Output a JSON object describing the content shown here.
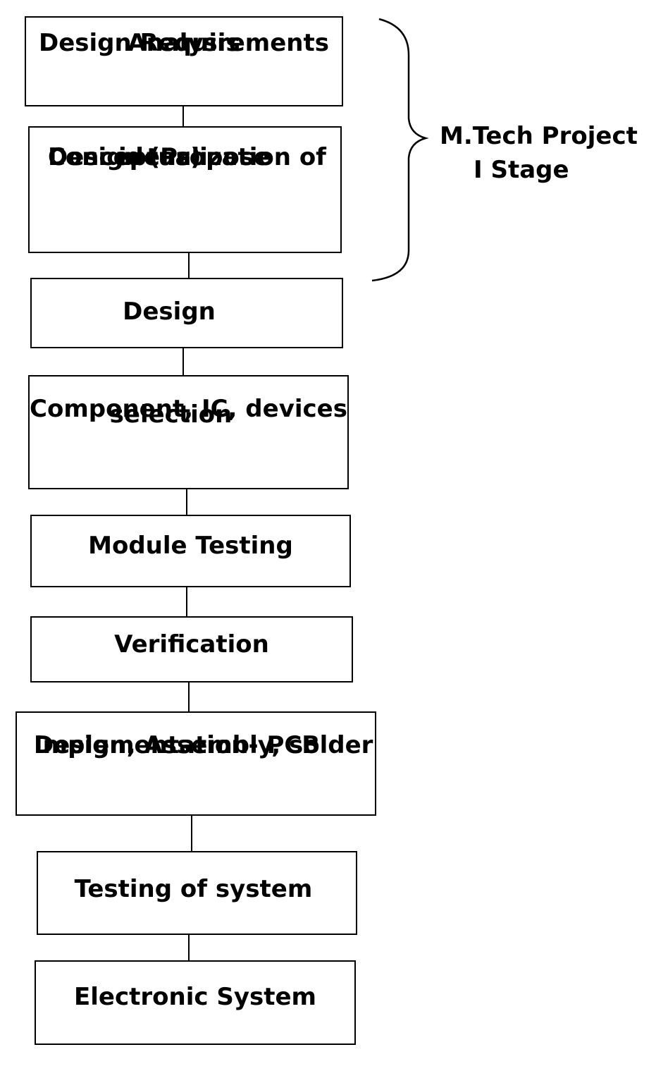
{
  "diagram": {
    "steps": [
      {
        "lines": [
          "Design Requirements",
          "Analysis"
        ]
      },
      {
        "lines": [
          "Conceptualization of",
          "Design (Propose",
          "ideas)"
        ]
      },
      {
        "lines": [
          "Design"
        ]
      },
      {
        "lines": [
          "Component, IC, devices",
          "selection"
        ]
      },
      {
        "lines": [
          "Module Testing"
        ]
      },
      {
        "lines": [
          "Verification"
        ]
      },
      {
        "lines": [
          "Implementation- PCB",
          "Design, Assembly, solder"
        ]
      },
      {
        "lines": [
          "Testing of system"
        ]
      },
      {
        "lines": [
          "Electronic System"
        ]
      }
    ],
    "stage_label": {
      "lines": [
        "M.Tech Project",
        "I Stage"
      ]
    }
  }
}
